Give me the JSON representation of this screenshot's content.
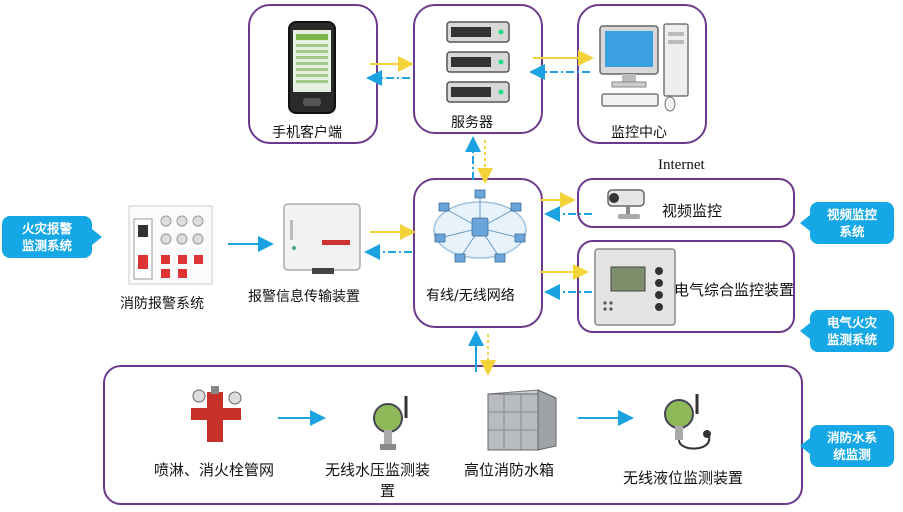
{
  "nodes": {
    "mobile_client": "手机客户端",
    "server": "服务器",
    "monitoring_center": "监控中心",
    "internet": "Internet",
    "video_monitoring": "视频监控",
    "electrical_monitor_device": "电气综合监控装置",
    "wired_wireless_network": "有线/无线网络",
    "alarm_info_transmission": "报警信息传输装置",
    "fire_alarm_system": "消防报警系统",
    "sprinkler_hydrant_network": "喷淋、消火栓管网",
    "wireless_water_pressure_line1": "无线水压监测装",
    "wireless_water_pressure_line2": "置",
    "high_fire_water_tank": "高位消防水箱",
    "wireless_level_monitor": "无线液位监测装置"
  },
  "tags": {
    "fire_alarm_monitoring": [
      "火灾报警",
      "监测系统"
    ],
    "video_monitoring_system": [
      "视频监控",
      "系统"
    ],
    "electrical_fire_monitoring": [
      "电气火灾",
      "监测系统"
    ],
    "fire_water_monitoring": [
      "消防水系",
      "统监测"
    ]
  },
  "colors": {
    "box_border": "#6b3a8c",
    "tag_bg": "#16a7e6",
    "arrow_yellow": "#f2d33a",
    "arrow_blue": "#1aa3e0"
  }
}
